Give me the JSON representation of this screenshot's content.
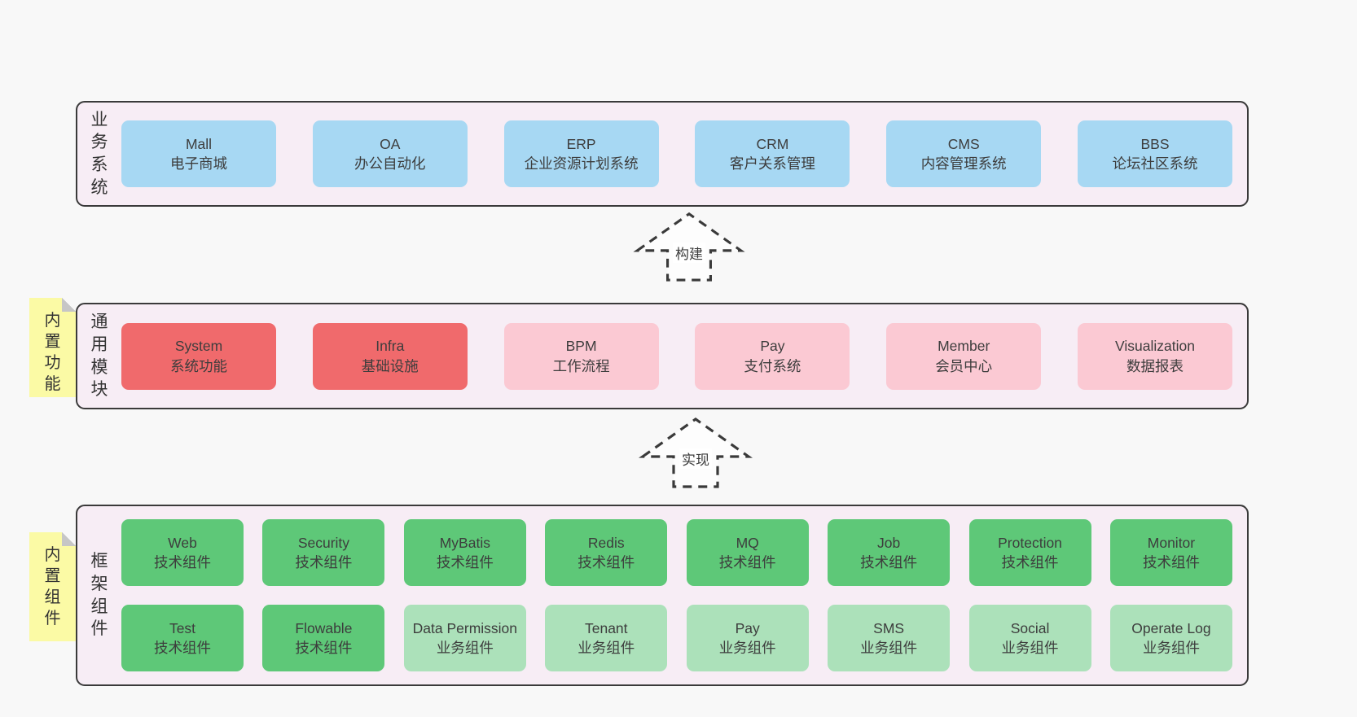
{
  "colors": {
    "background": "#f8f8f8",
    "band_background": "#f7edf5",
    "band_border": "#3a3a3a",
    "blue_box": "#a7d8f3",
    "red_box": "#f06a6c",
    "pink_box": "#fbc9d3",
    "green_box": "#5ec878",
    "light_green_box": "#ace1ba",
    "note_yellow": "#fbfaa5",
    "text": "#3d3d3d"
  },
  "arrows": [
    {
      "label": "构建"
    },
    {
      "label": "实现"
    }
  ],
  "layers": [
    {
      "label": "业务系统",
      "boxes": [
        {
          "title": "Mall",
          "subtitle": "电子商城"
        },
        {
          "title": "OA",
          "subtitle": "办公自动化"
        },
        {
          "title": "ERP",
          "subtitle": "企业资源计划系统"
        },
        {
          "title": "CRM",
          "subtitle": "客户关系管理"
        },
        {
          "title": "CMS",
          "subtitle": "内容管理系统"
        },
        {
          "title": "BBS",
          "subtitle": "论坛社区系统"
        }
      ]
    },
    {
      "label": "通用模块",
      "note": "内置功能",
      "boxes": [
        {
          "title": "System",
          "subtitle": "系统功能"
        },
        {
          "title": "Infra",
          "subtitle": "基础设施"
        },
        {
          "title": "BPM",
          "subtitle": "工作流程"
        },
        {
          "title": "Pay",
          "subtitle": "支付系统"
        },
        {
          "title": "Member",
          "subtitle": "会员中心"
        },
        {
          "title": "Visualization",
          "subtitle": "数据报表"
        }
      ]
    },
    {
      "label": "框架组件",
      "note": "内置组件",
      "rows": [
        [
          {
            "title": "Web",
            "subtitle": "技术组件"
          },
          {
            "title": "Security",
            "subtitle": "技术组件"
          },
          {
            "title": "MyBatis",
            "subtitle": "技术组件"
          },
          {
            "title": "Redis",
            "subtitle": "技术组件"
          },
          {
            "title": "MQ",
            "subtitle": "技术组件"
          },
          {
            "title": "Job",
            "subtitle": "技术组件"
          },
          {
            "title": "Protection",
            "subtitle": "技术组件"
          },
          {
            "title": "Monitor",
            "subtitle": "技术组件"
          }
        ],
        [
          {
            "title": "Test",
            "subtitle": "技术组件"
          },
          {
            "title": "Flowable",
            "subtitle": "技术组件"
          },
          {
            "title": "Data Permission",
            "subtitle": "业务组件"
          },
          {
            "title": "Tenant",
            "subtitle": "业务组件"
          },
          {
            "title": "Pay",
            "subtitle": "业务组件"
          },
          {
            "title": "SMS",
            "subtitle": "业务组件"
          },
          {
            "title": "Social",
            "subtitle": "业务组件"
          },
          {
            "title": "Operate Log",
            "subtitle": "业务组件"
          }
        ]
      ]
    }
  ]
}
